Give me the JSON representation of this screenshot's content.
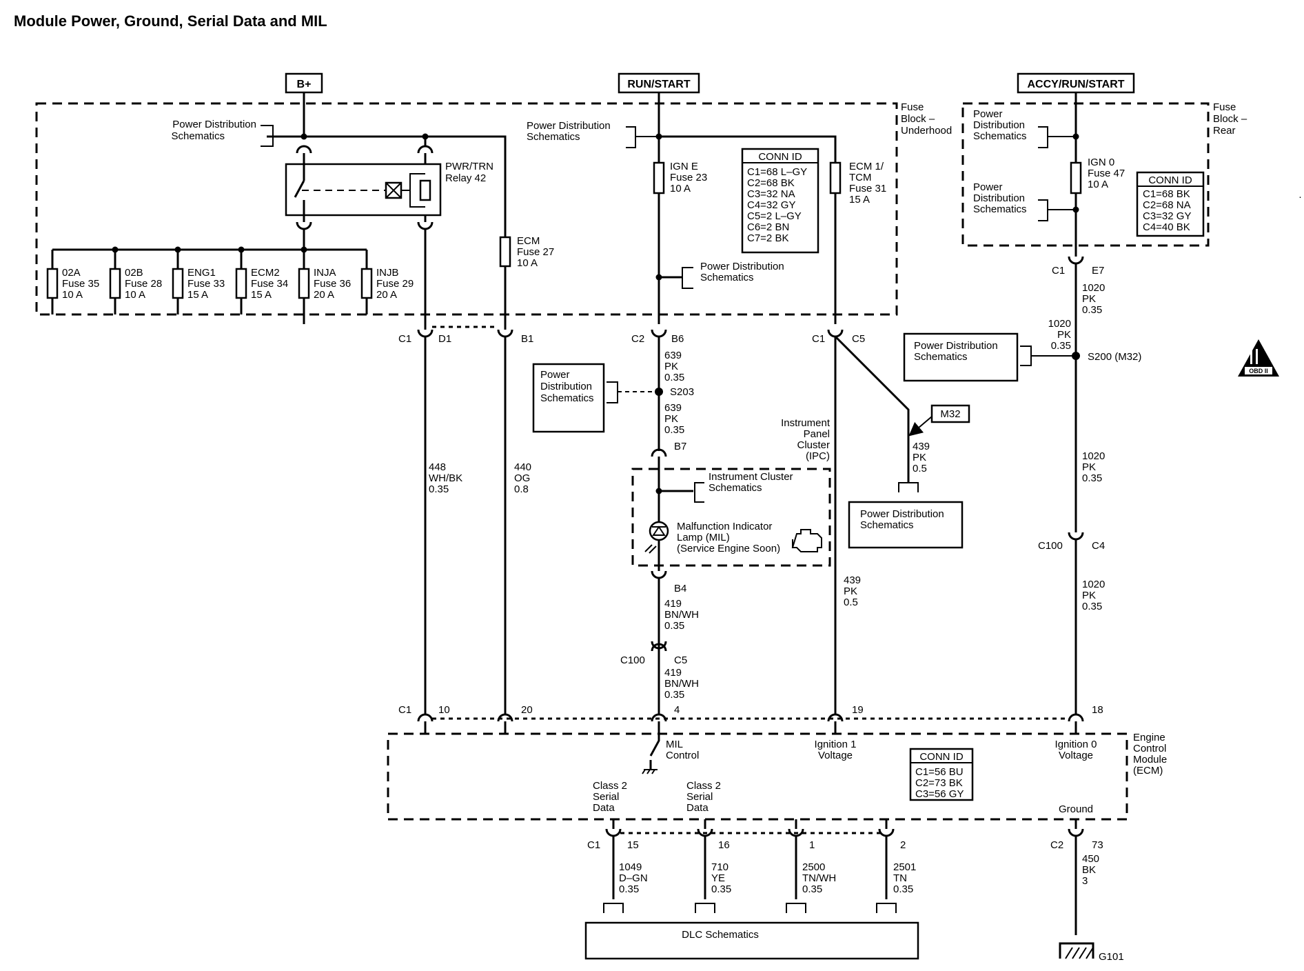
{
  "title": "Module Power, Ground, Serial Data and MIL",
  "sources": {
    "bplus": "B+",
    "run_start": "RUN/START",
    "accy": "ACCY/RUN/START"
  },
  "fuse_blocks": {
    "underhood": [
      "Fuse",
      "Block –",
      "Underhood"
    ],
    "rear": [
      "Fuse",
      "Block –",
      "Rear"
    ]
  },
  "pds": [
    "Power Distribution",
    "Schematics"
  ],
  "pds3": [
    "Power",
    "Distribution",
    "Schematics"
  ],
  "relay": [
    "PWR/TRN",
    "Relay 42"
  ],
  "fuses": {
    "f02a": [
      "02A",
      "Fuse 35",
      "10 A"
    ],
    "f02b": [
      "02B",
      "Fuse 28",
      "10 A"
    ],
    "eng1": [
      "ENG1",
      "Fuse 33",
      "15 A"
    ],
    "ecm2": [
      "ECM2",
      "Fuse 34",
      "15 A"
    ],
    "inja": [
      "INJA",
      "Fuse 36",
      "20 A"
    ],
    "injb": [
      "INJB",
      "Fuse 29",
      "20 A"
    ],
    "ecm": [
      "ECM",
      "Fuse 27",
      "10 A"
    ],
    "igne": [
      "IGN E",
      "Fuse 23",
      "10 A"
    ],
    "ecm1": [
      "ECM 1/",
      "TCM",
      "Fuse 31",
      "15 A"
    ],
    "ign0": [
      "IGN 0",
      "Fuse 47",
      "10 A"
    ]
  },
  "conn_underhood": {
    "header": "CONN ID",
    "rows": [
      "C1=68 L–GY",
      "C2=68 BK",
      "C3=32 NA",
      "C4=32 GY",
      "C5=2 L–GY",
      "C6=2 BN",
      "C7=2 BK"
    ]
  },
  "conn_rear": {
    "header": "CONN ID",
    "rows": [
      "C1=68 BK",
      "C2=68 NA",
      "C3=32 GY",
      "C4=40 BK"
    ]
  },
  "conn_ecm": {
    "header": "CONN ID",
    "rows": [
      "C1=56 BU",
      "C2=73 BK",
      "C3=56 GY"
    ]
  },
  "connectors": {
    "c1": "C1",
    "d1": "D1",
    "b1": "B1",
    "c2": "C2",
    "b6": "B6",
    "c5": "C5",
    "e7": "E7",
    "b7": "B7",
    "b4": "B4",
    "c100": "C100",
    "c4": "C4",
    "p10": "10",
    "p20": "20",
    "p4": "4",
    "p19": "19",
    "p18": "18",
    "p15": "15",
    "p16": "16",
    "p1": "1",
    "p2": "2",
    "p73": "73"
  },
  "splices": {
    "s203": "S203",
    "s200": "S200 (M32)",
    "m32": "M32"
  },
  "wires": {
    "w639a": [
      "639",
      "PK",
      "0.35"
    ],
    "w639b": [
      "639",
      "PK",
      "0.35"
    ],
    "w448": [
      "448",
      "WH/BK",
      "0.35"
    ],
    "w440": [
      "440",
      "OG",
      "0.8"
    ],
    "w419a": [
      "419",
      "BN/WH",
      "0.35"
    ],
    "w419b": [
      "419",
      "BN/WH",
      "0.35"
    ],
    "w439a": [
      "439",
      "PK",
      "0.5"
    ],
    "w439b": [
      "439",
      "PK",
      "0.5"
    ],
    "w1020a": [
      "1020",
      "PK",
      "0.35"
    ],
    "w1020b": [
      "1020",
      "PK",
      "0.35"
    ],
    "w1020c": [
      "1020",
      "PK",
      "0.35"
    ],
    "w1020d": [
      "1020",
      "PK",
      "0.35"
    ],
    "w1049": [
      "1049",
      "D–GN",
      "0.35"
    ],
    "w710": [
      "710",
      "YE",
      "0.35"
    ],
    "w2500": [
      "2500",
      "TN/WH",
      "0.35"
    ],
    "w2501": [
      "2501",
      "TN",
      "0.35"
    ],
    "w450": [
      "450",
      "BK",
      "3"
    ]
  },
  "ipc": {
    "label": [
      "Instrument",
      "Panel",
      "Cluster",
      "(IPC)"
    ],
    "schem": [
      "Instrument Cluster",
      "Schematics"
    ],
    "mil": [
      "Malfunction Indicator",
      "Lamp (MIL)",
      "(Service Engine Soon)"
    ]
  },
  "ecm": {
    "label": [
      "Engine",
      "Control",
      "Module",
      "(ECM)"
    ],
    "mil_control": [
      "MIL",
      "Control"
    ],
    "ign1": [
      "Ignition 1",
      "Voltage"
    ],
    "ign0": [
      "Ignition 0",
      "Voltage"
    ],
    "class2": [
      "Class 2",
      "Serial",
      "Data"
    ],
    "ground": "Ground"
  },
  "dlc": "DLC Schematics",
  "ground": "G101",
  "obd": "OBD II"
}
